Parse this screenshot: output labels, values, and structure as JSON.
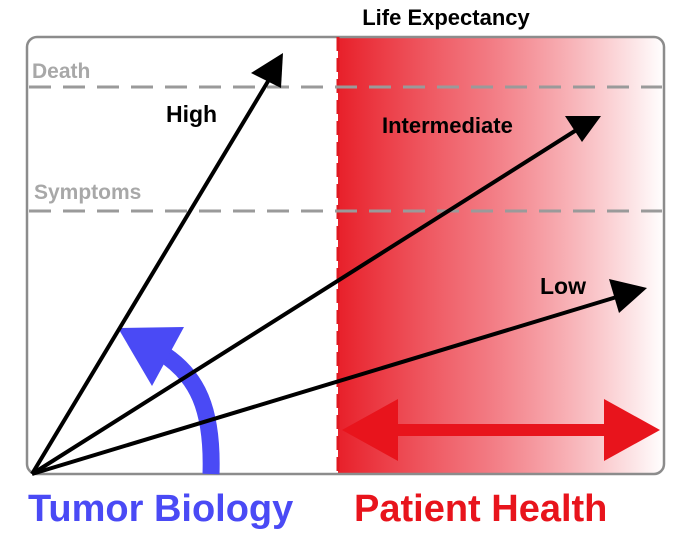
{
  "title": "Life Expectancy",
  "thresholds": {
    "death": "Death",
    "symptoms": "Symptoms"
  },
  "arrows": {
    "high": "High",
    "intermediate": "Intermediate",
    "low": "Low"
  },
  "bottom_labels": {
    "tumor_biology": "Tumor Biology",
    "patient_health": "Patient Health"
  },
  "colors": {
    "tumor_biology": "#4a4af5",
    "patient_health": "#e8141c",
    "threshold_lines": "#9a9a9a",
    "arrows": "#000000",
    "frame": "#8c8c8c"
  },
  "icons": {
    "tumor_biology": "curved-arrow-icon",
    "patient_health": "double-headed-arrow-icon"
  }
}
